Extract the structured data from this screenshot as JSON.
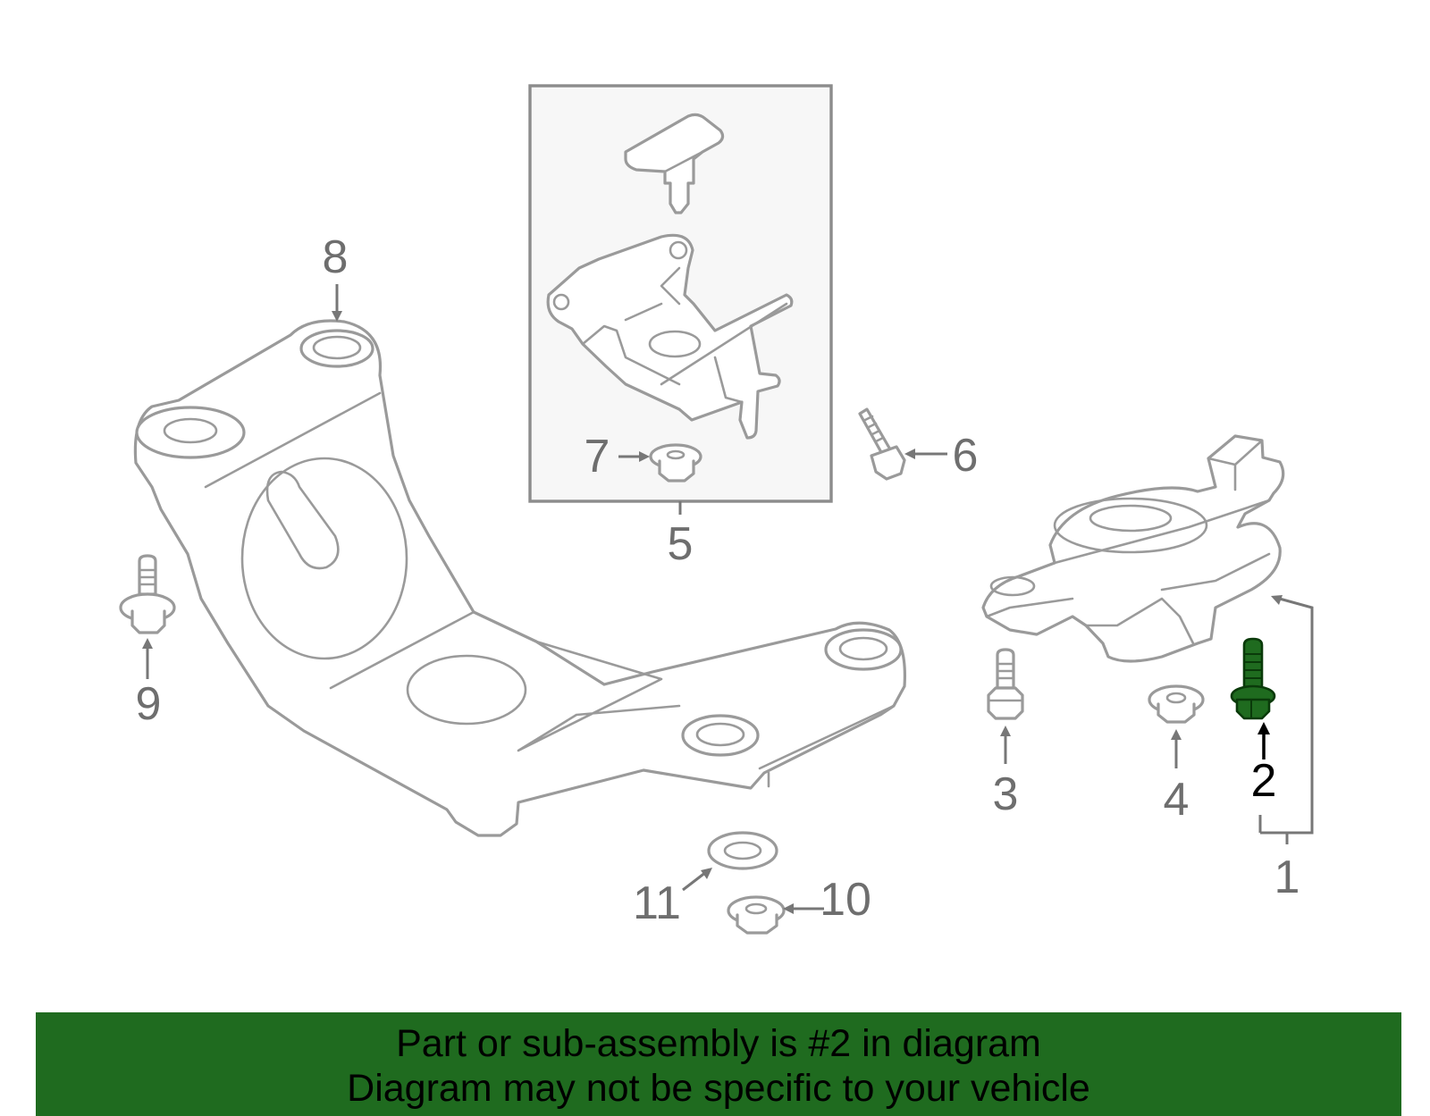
{
  "diagram": {
    "callouts": {
      "c1": "1",
      "c2": "2",
      "c3": "3",
      "c4": "4",
      "c5": "5",
      "c6": "6",
      "c7": "7",
      "c8": "8",
      "c9": "9",
      "c10": "10",
      "c11": "11"
    },
    "highlighted_part": "2",
    "colors": {
      "highlight": "#1f6b1f",
      "outline": "#9a9a9a",
      "banner": "#1f6b1f"
    }
  },
  "banner": {
    "line1": "Part or sub-assembly is #2 in diagram",
    "line2": "Diagram may not be specific to your vehicle"
  }
}
